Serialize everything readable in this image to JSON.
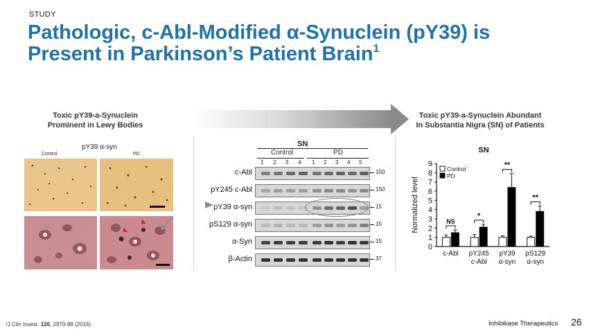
{
  "header": {
    "tag": "STUDY",
    "title_line1": "Pathologic, c-Abl-Modified α-Synuclein (pY39) is",
    "title_line2": "Present in Parkinson’s Patient Brain",
    "title_sup": "1"
  },
  "left_caption": {
    "line1": "Toxic pY39-a-Synuclein",
    "line2": "Prominent in Lewy Bodies"
  },
  "right_caption": {
    "line1": "Toxic pY39-a-Synuclein Abundant",
    "line2": "In Substantia Nigra (SN) of Patients"
  },
  "micrographs": {
    "title": "pY39 α-syn",
    "control_label": "Control",
    "pd_label": "PD"
  },
  "western_blot": {
    "title": "SN",
    "group_labels": [
      "Control",
      "PD"
    ],
    "control_lanes": [
      "1",
      "2",
      "3",
      "4"
    ],
    "pd_lanes": [
      "1",
      "2",
      "3",
      "4",
      "5"
    ],
    "rows": [
      {
        "label": "c-Abl",
        "kd": "150"
      },
      {
        "label": "pY245 c-Abl",
        "kd": "150"
      },
      {
        "label": "pY39 α-syn",
        "kd": "15"
      },
      {
        "label": "pS129 α-syn",
        "kd": "15"
      },
      {
        "label": "α-Syn",
        "kd": "15"
      },
      {
        "label": "β-Actin",
        "kd": "37"
      }
    ]
  },
  "chart_data": {
    "type": "bar",
    "title": "SN",
    "ylabel": "Normalized level",
    "ylim": [
      0,
      9
    ],
    "yticks": [
      "0",
      "1",
      "2",
      "3",
      "4",
      "5",
      "6",
      "7",
      "8",
      "9"
    ],
    "categories": [
      "c-Abl",
      "pY245\nc-Abl",
      "pY39\nα-syn",
      "pS129\nα-syn"
    ],
    "category_line1": [
      "c-Abl",
      "pY245",
      "pY39",
      "pS129"
    ],
    "category_line2": [
      "",
      "c-Abl",
      "α-syn",
      "α-syn"
    ],
    "series": [
      {
        "name": "Control",
        "values": [
          1.0,
          1.0,
          1.0,
          1.0
        ],
        "errors": [
          0.25,
          0.3,
          0.15,
          0.12
        ],
        "color": "#ffffff"
      },
      {
        "name": "PD",
        "values": [
          1.5,
          2.1,
          6.4,
          3.8
        ],
        "errors": [
          0.3,
          0.3,
          1.5,
          0.6
        ],
        "color": "#000000"
      }
    ],
    "significance": [
      "NS",
      "*",
      "**",
      "**"
    ],
    "legend_placement": "top-left"
  },
  "footer": {
    "footnote_pre": "¹J Clin Invest. ",
    "footnote_vol": "126",
    "footnote_post": ", 2970-88  (2016)",
    "brand": "Inhibikase Therapeutics",
    "page": "26"
  }
}
